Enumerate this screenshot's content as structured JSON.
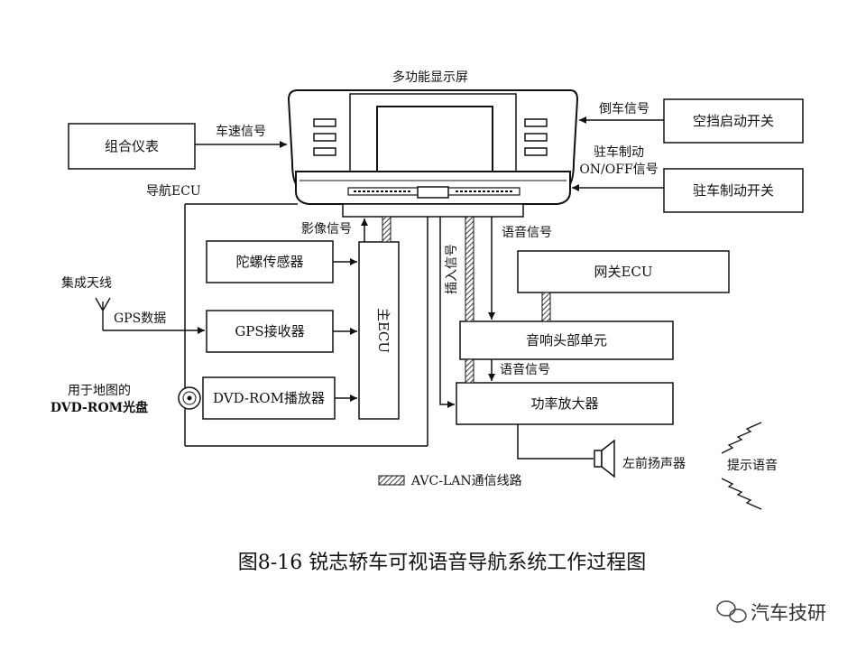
{
  "diagram": {
    "display_label": "多功能显示屏",
    "nav_ecu_label": "导航ECU",
    "boxes": {
      "combo_meter": "组合仪表",
      "neutral_switch": "空挡启动开关",
      "parking_switch": "驻车制动开关",
      "gyro_sensor": "陀螺传感器",
      "gps_receiver": "GPS接收器",
      "dvd_player": "DVD-ROM播放器",
      "main_ecu": "主ECU",
      "gateway_ecu": "网关ECU",
      "audio_head": "音响头部单元",
      "power_amp": "功率放大器"
    },
    "signals": {
      "speed": "车速信号",
      "reverse": "倒车信号",
      "parking_line1": "驻车制动",
      "parking_line2": "ON/OFF信号",
      "video": "影像信号",
      "voice_top": "语音信号",
      "insert": "插入信号",
      "voice_mid": "语音信号",
      "gps_data": "GPS数据"
    },
    "antenna_label": "集成天线",
    "disc_line1": "用于地图的",
    "disc_line2": "DVD-ROM光盘",
    "speaker_label": "左前扬声器",
    "prompt_label": "提示语音",
    "legend_label": "AVC-LAN通信线路"
  },
  "caption": "图8-16 锐志轿车可视语音导航系统工作过程图",
  "watermark": "汽车技研"
}
